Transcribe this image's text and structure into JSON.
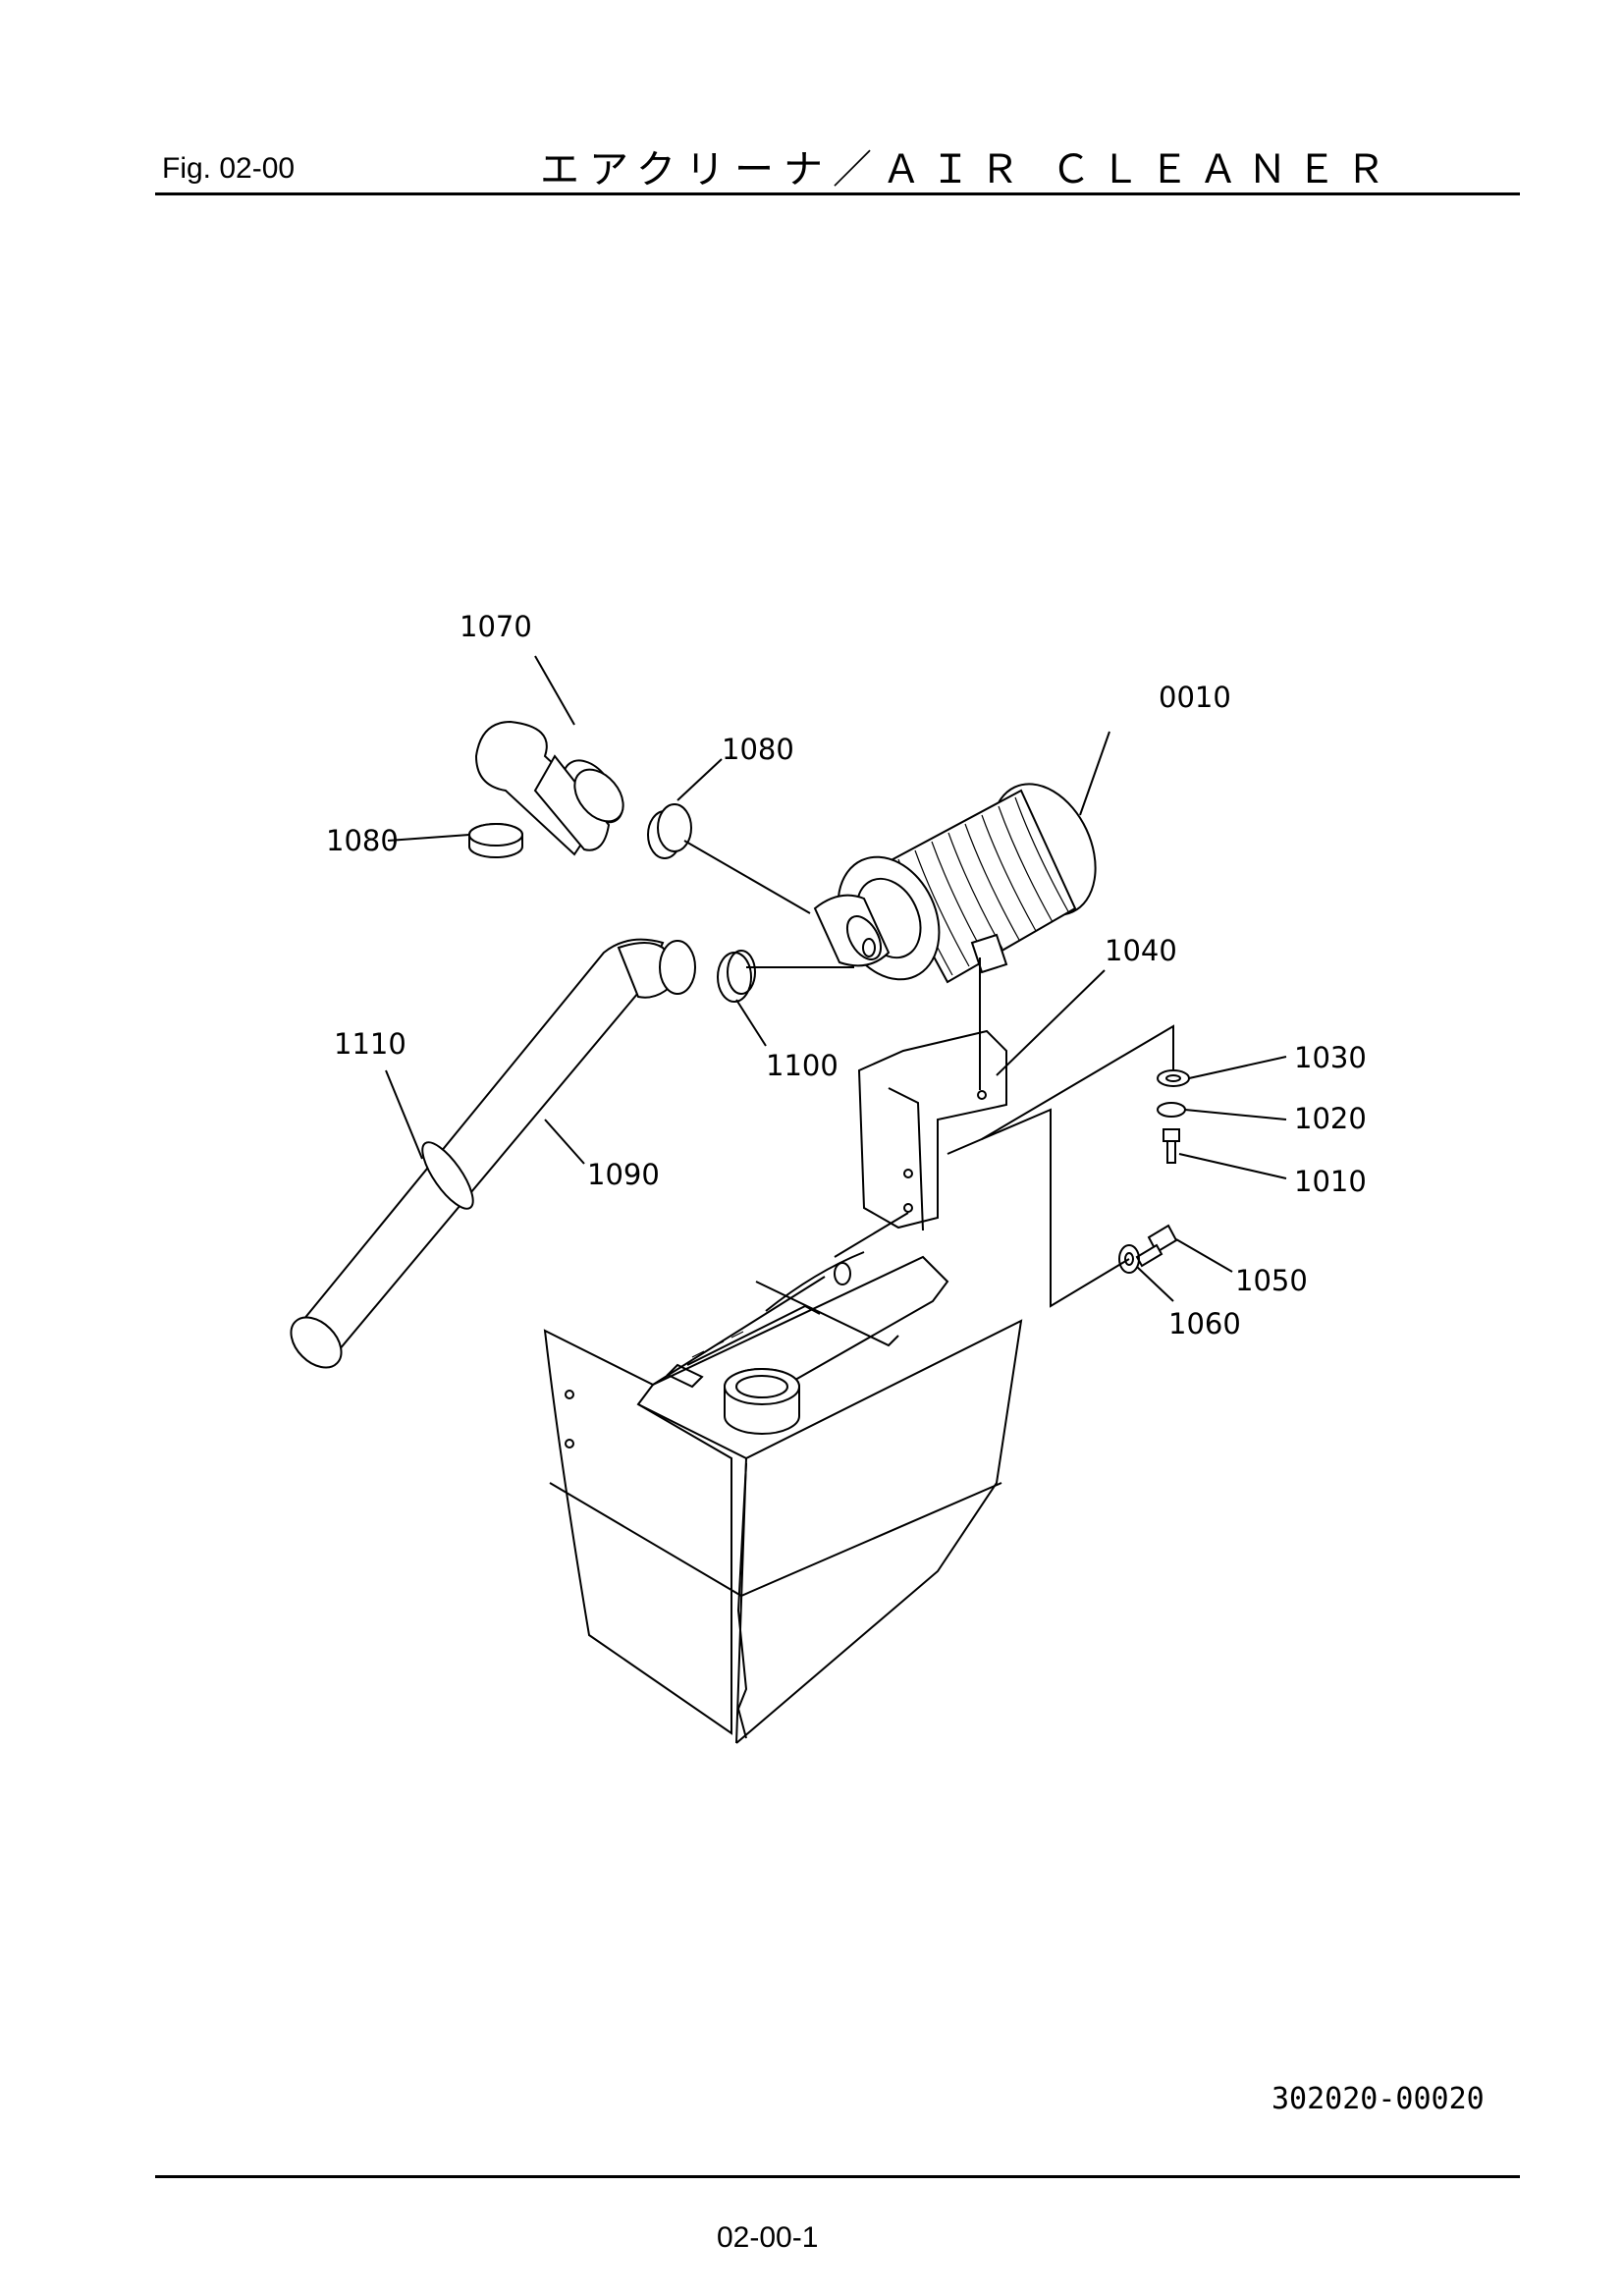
{
  "header": {
    "fig_label": "Fig.  02-00",
    "title": "エアクリーナ／ＡＩＲ ＣＬＥＡＮＥＲ"
  },
  "footer": {
    "drawing_number": "302020-00020",
    "page_number": "02-00-1"
  },
  "callouts": {
    "c0010": "0010",
    "c1010": "1010",
    "c1020": "1020",
    "c1030": "1030",
    "c1040": "1040",
    "c1050": "1050",
    "c1060": "1060",
    "c1070": "1070",
    "c1080a": "1080",
    "c1080b": "1080",
    "c1090": "1090",
    "c1100": "1100",
    "c1110": "1110"
  }
}
